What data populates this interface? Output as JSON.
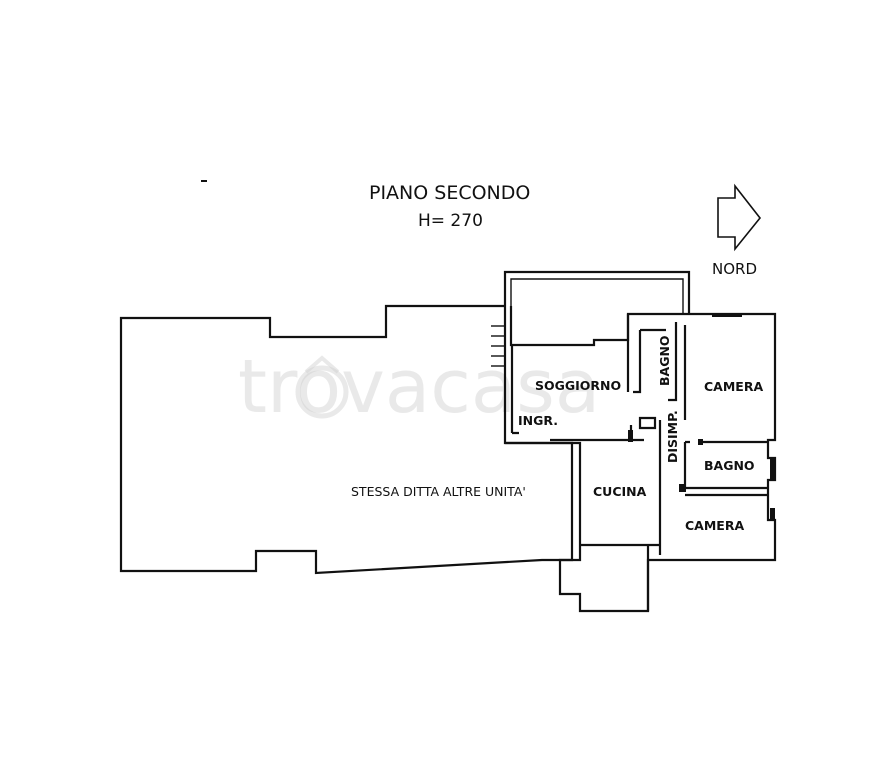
{
  "title": "PIANO SECONDO",
  "height_label": "H= 270",
  "north_label": "NORD",
  "watermark": "trovacasa",
  "rooms": {
    "soggiorno": "SOGGIORNO",
    "ingresso": "INGR.",
    "bagno_top": "BAGNO",
    "camera_top": "CAMERA",
    "disimpegno": "DISIMP.",
    "bagno_mid": "BAGNO",
    "cucina": "CUCINA",
    "camera_bottom": "CAMERA",
    "other_units": "STESSA DITTA ALTRE UNITA'"
  }
}
